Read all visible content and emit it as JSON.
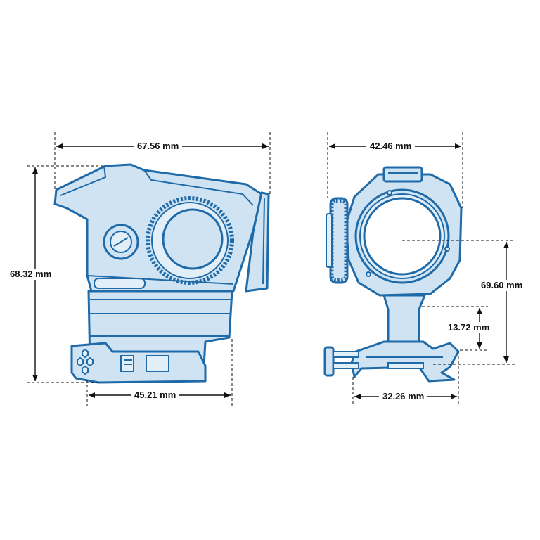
{
  "colors": {
    "outline": "#1f6aa8",
    "fill": "#cfe3f2",
    "dimension": "#111111",
    "background": "#ffffff"
  },
  "dimensions": {
    "side_length": "67.56 mm",
    "side_height": "68.32 mm",
    "side_base": "45.21 mm",
    "front_width": "42.46 mm",
    "front_height": "69.60 mm",
    "front_mount": "13.72 mm",
    "front_base": "32.26 mm"
  }
}
